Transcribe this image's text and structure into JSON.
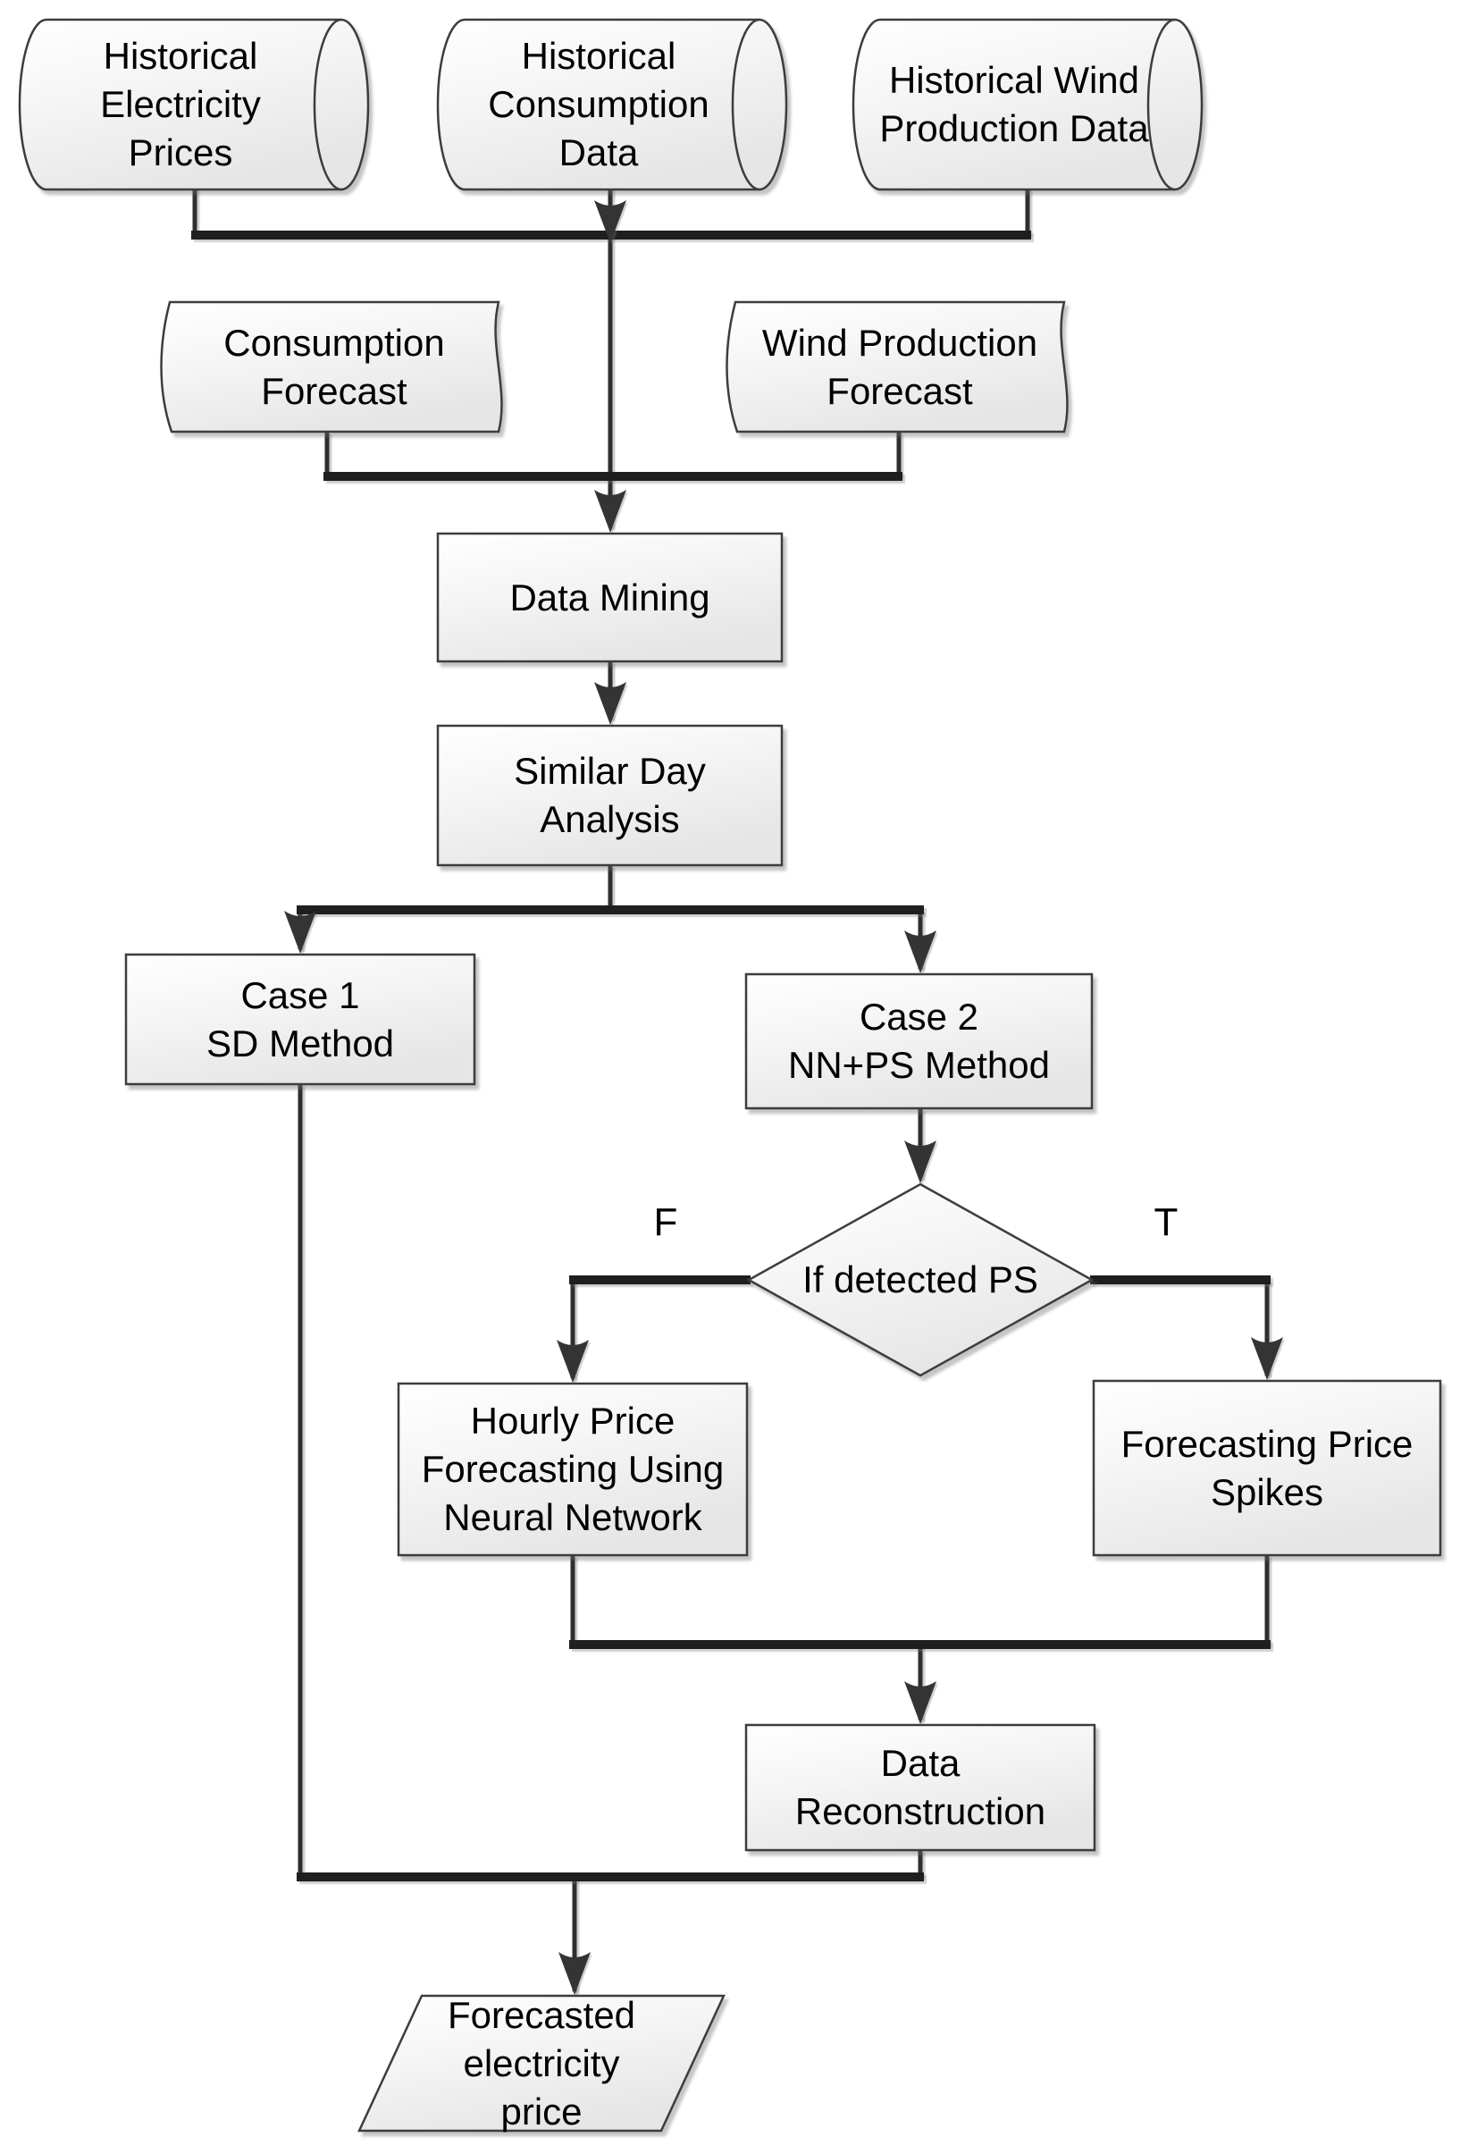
{
  "diagram": {
    "type": "flowchart",
    "background_color": "#ffffff",
    "colors": {
      "shape_fill_top": "#ffffff",
      "shape_fill_bottom": "#e6e6e6",
      "shape_border": "#3d3d3d",
      "connector": "#2e2e2e",
      "text": "#000000"
    },
    "nodes": {
      "hist_elec": {
        "label": "Historical\nElectricity\nPrices",
        "shape": "stored-data-cylinder"
      },
      "hist_cons": {
        "label": "Historical\nConsumption\nData",
        "shape": "stored-data-cylinder"
      },
      "hist_wind": {
        "label": "Historical Wind\nProduction Data",
        "shape": "stored-data-cylinder"
      },
      "cons_forecast": {
        "label": "Consumption\nForecast",
        "shape": "document"
      },
      "wind_forecast": {
        "label": "Wind Production\nForecast",
        "shape": "document"
      },
      "data_mining": {
        "label": "Data Mining",
        "shape": "process"
      },
      "similar_day": {
        "label": "Similar Day\nAnalysis",
        "shape": "process"
      },
      "case1": {
        "label": "Case 1\nSD Method",
        "shape": "process"
      },
      "case2": {
        "label": "Case 2\nNN+PS Method",
        "shape": "process"
      },
      "decision": {
        "label": "If detected PS",
        "shape": "decision-diamond"
      },
      "hourly_nn": {
        "label": "Hourly Price\nForecasting Using\nNeural Network",
        "shape": "process"
      },
      "price_spikes": {
        "label": "Forecasting Price\nSpikes",
        "shape": "process"
      },
      "data_recon": {
        "label": "Data\nReconstruction",
        "shape": "process"
      },
      "output": {
        "label": "Forecasted\nelectricity\nprice",
        "shape": "input-output-parallelogram"
      }
    },
    "branch_labels": {
      "false_branch": "F",
      "true_branch": "T"
    }
  }
}
